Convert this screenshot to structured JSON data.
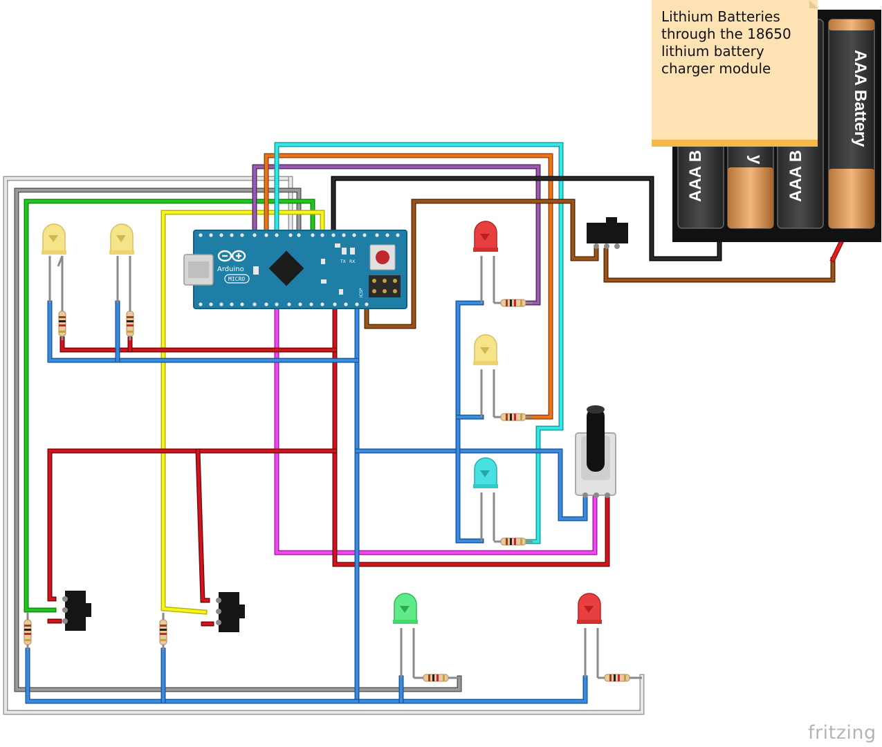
{
  "note": {
    "lines": [
      "Lithium Batteries",
      "through the 18650",
      "lithium battery",
      "charger module"
    ]
  },
  "board": {
    "brand_label": "Arduino",
    "model_label": "MICRO",
    "tx_label": "TX",
    "rx_label": "RX",
    "icsp_label": "ICSP"
  },
  "battery_pack": {
    "cell_labels": [
      "AAA B",
      "y",
      "AAA B",
      "AAA Battery"
    ]
  },
  "watermark": "fritzing",
  "colors": {
    "red_wire": "#c8101a",
    "blue_wire": "#2e7fd0",
    "green_wire": "#22b41e",
    "yellow_wire": "#f2f01c",
    "gray_wire": "#8a8a8a",
    "white_wire": "#d8d8d8",
    "cyan_wire": "#27d6d6",
    "orange_wire": "#e06a14",
    "purple_wire": "#8a4aa0",
    "magenta_wire": "#e23ee2",
    "black_wire": "#1a1a1a",
    "brown_wire": "#8a4a14",
    "board": "#1f7ea6",
    "sticky_note": "#fde2b4"
  },
  "components": {
    "leds": [
      "yellow",
      "yellow",
      "red",
      "yellow",
      "cyan",
      "green",
      "red"
    ],
    "slide_switches": 3,
    "potentiometers": 1,
    "resistors": 9
  }
}
